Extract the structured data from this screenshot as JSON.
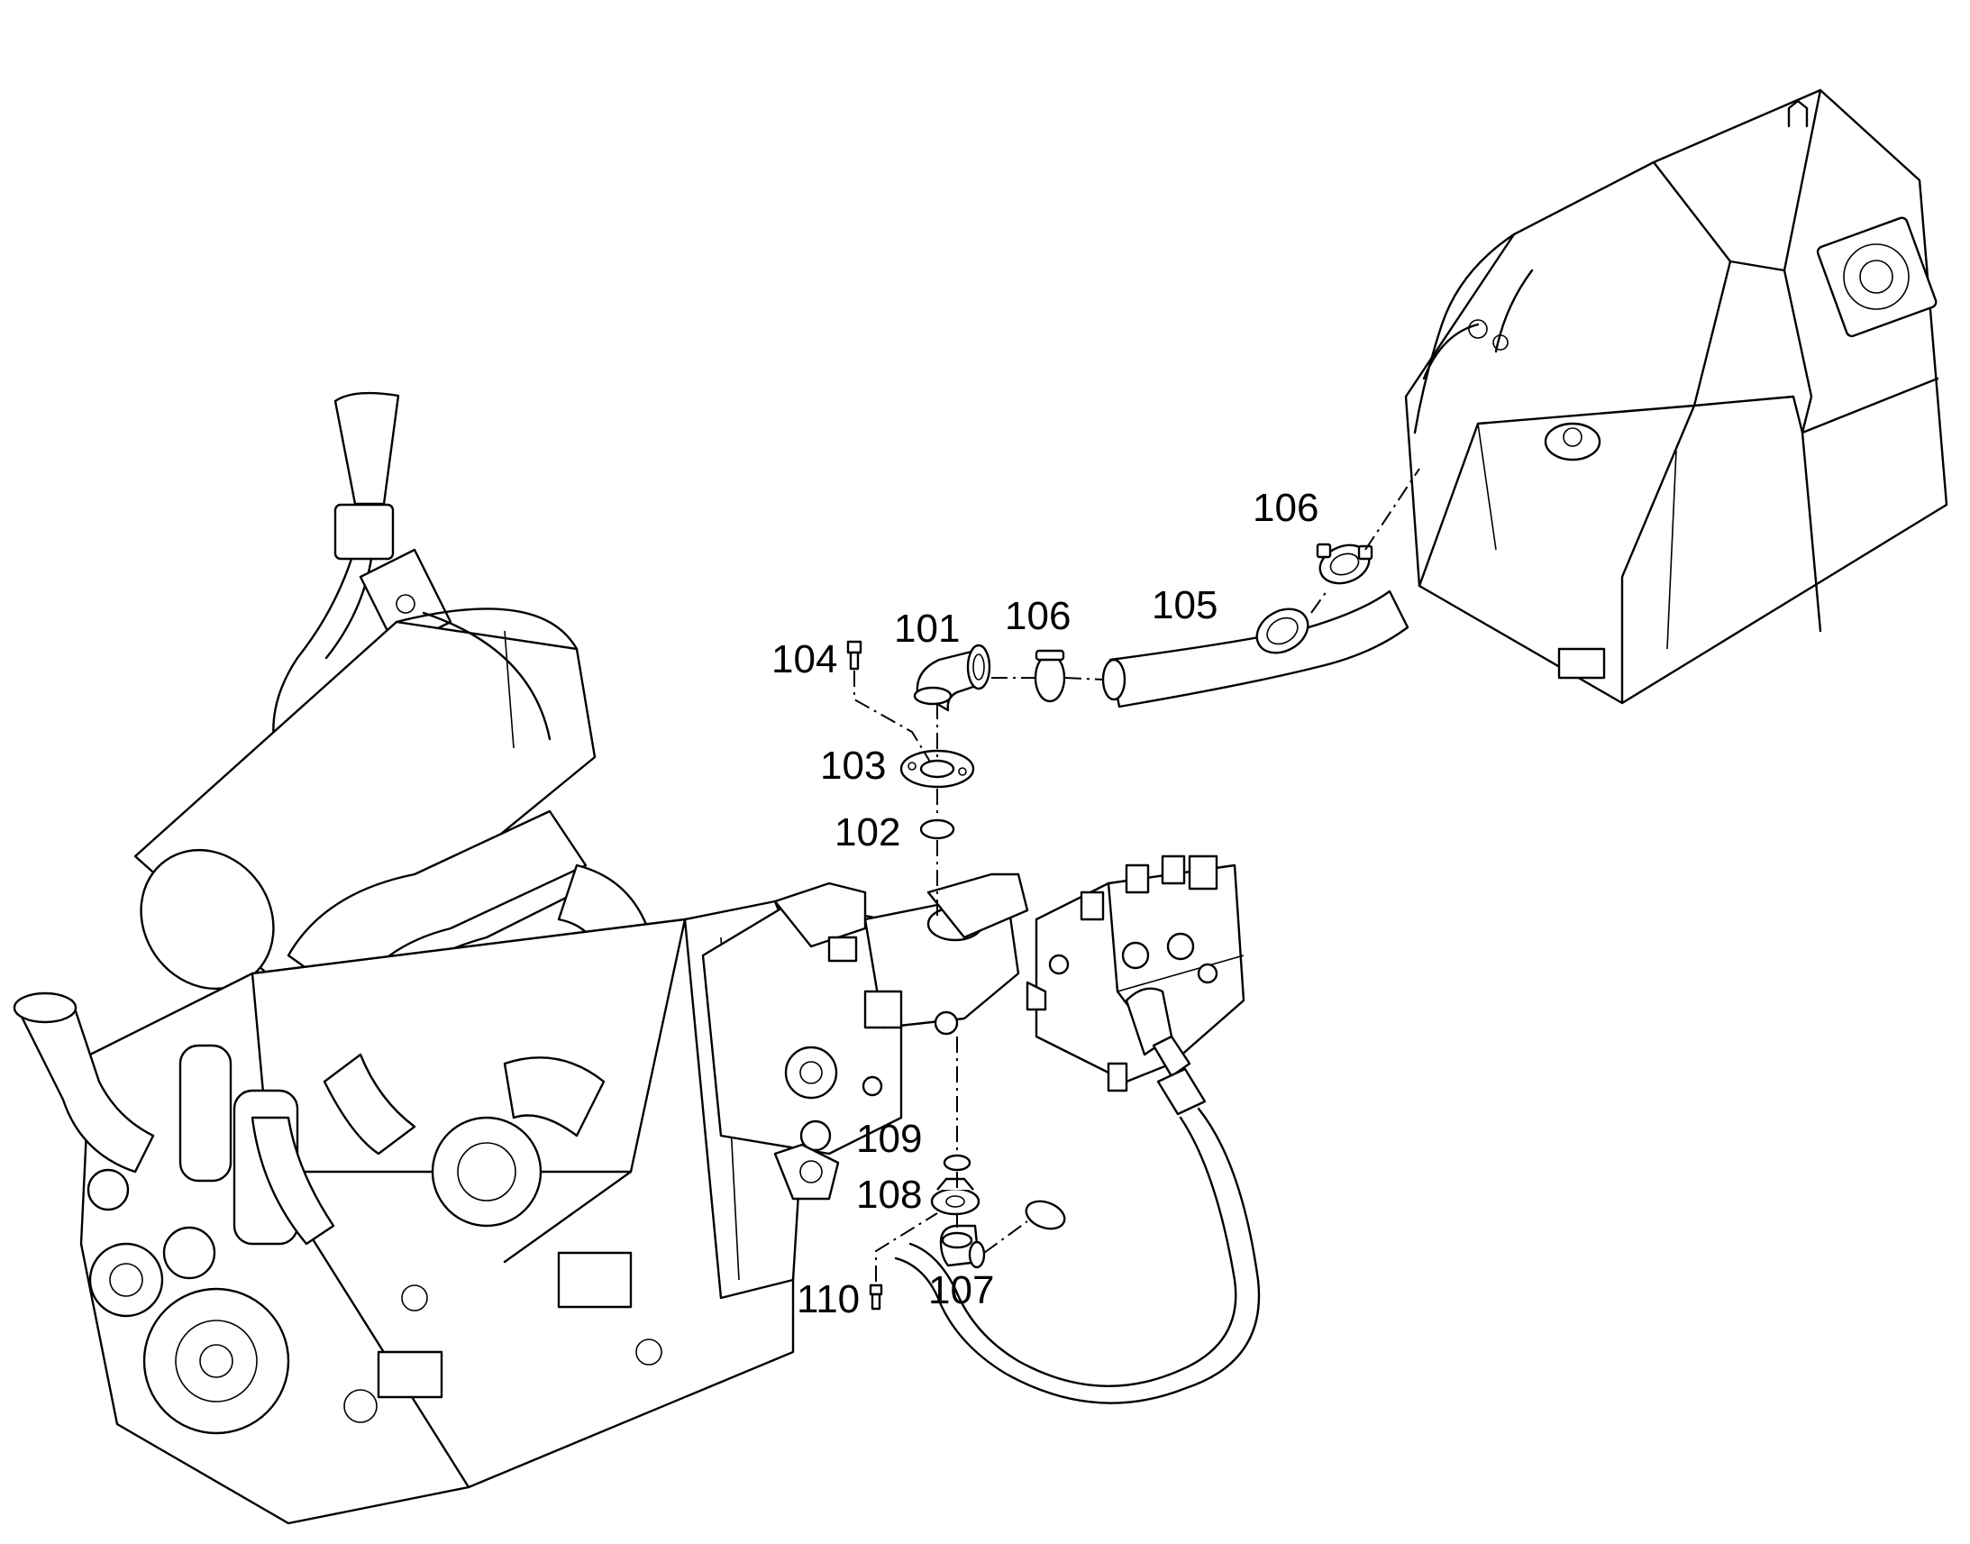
{
  "labels": {
    "p101": "101",
    "p102": "102",
    "p103": "103",
    "p104": "104",
    "p105": "105",
    "p106a": "106",
    "p106b": "106",
    "p107": "107",
    "p108": "108",
    "p109": "109",
    "p110": "110"
  }
}
